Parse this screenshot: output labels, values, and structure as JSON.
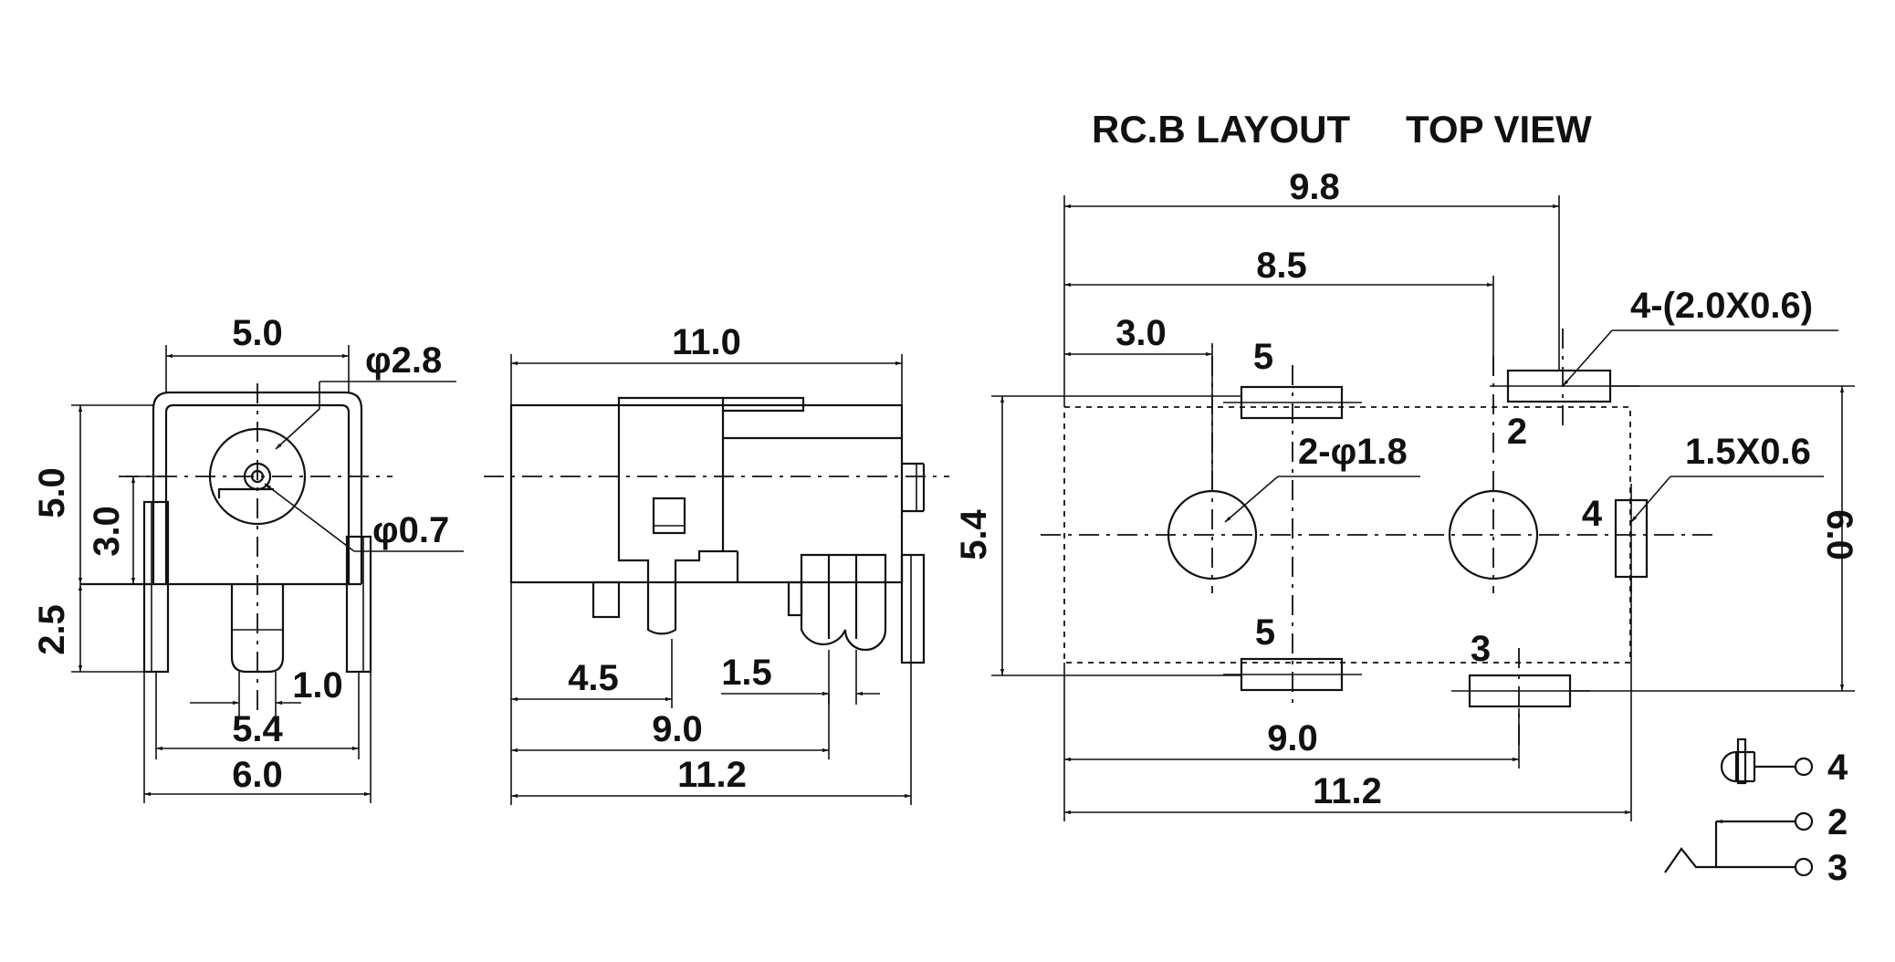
{
  "titles": {
    "pcb_layout": "RC.B LAYOUT",
    "top_view": "TOP VIEW"
  },
  "front_view": {
    "width_top": "5.0",
    "outer_dia": "φ2.8",
    "height_total": "5.0",
    "height_upper": "3.0",
    "inner_dia": "φ0.7",
    "height_lower": "2.5",
    "pin_width": "1.0",
    "pin_span": "5.4",
    "width_total": "6.0"
  },
  "side_view": {
    "length_top": "11.0",
    "offset_a": "4.5",
    "offset_b": "1.5",
    "span_a": "9.0",
    "length_total": "11.2"
  },
  "pcb_view": {
    "width_outer": "9.8",
    "width_mid": "8.5",
    "offset_left": "3.0",
    "pad_spec_a": "4-(2.0X0.6)",
    "pad_spec_b": "1.5X0.6",
    "hole_spec": "2-φ1.8",
    "height_inner": "5.4",
    "height_outer": "6.0",
    "pin_top_left": "5",
    "pin_top_right": "2",
    "pin_right": "4",
    "pin_bottom_left": "5",
    "pin_bottom_right": "3",
    "span_bottom": "9.0",
    "length_bottom": "11.2"
  },
  "schematic": {
    "pin_a": "4",
    "pin_b": "2",
    "pin_c": "3"
  }
}
